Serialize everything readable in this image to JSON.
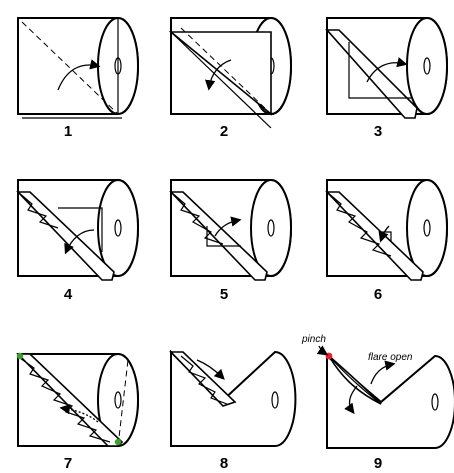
{
  "steps": [
    {
      "number": "1"
    },
    {
      "number": "2"
    },
    {
      "number": "3"
    },
    {
      "number": "4"
    },
    {
      "number": "5"
    },
    {
      "number": "6"
    },
    {
      "number": "7"
    },
    {
      "number": "8"
    },
    {
      "number": "9"
    }
  ],
  "annotations": {
    "pinch": "pinch",
    "flare_open": "flare open"
  },
  "colors": {
    "line": "#000000",
    "background": "#ffffff",
    "pinch_marker": "#e8202a",
    "corner_marker": "#3aa12e"
  }
}
